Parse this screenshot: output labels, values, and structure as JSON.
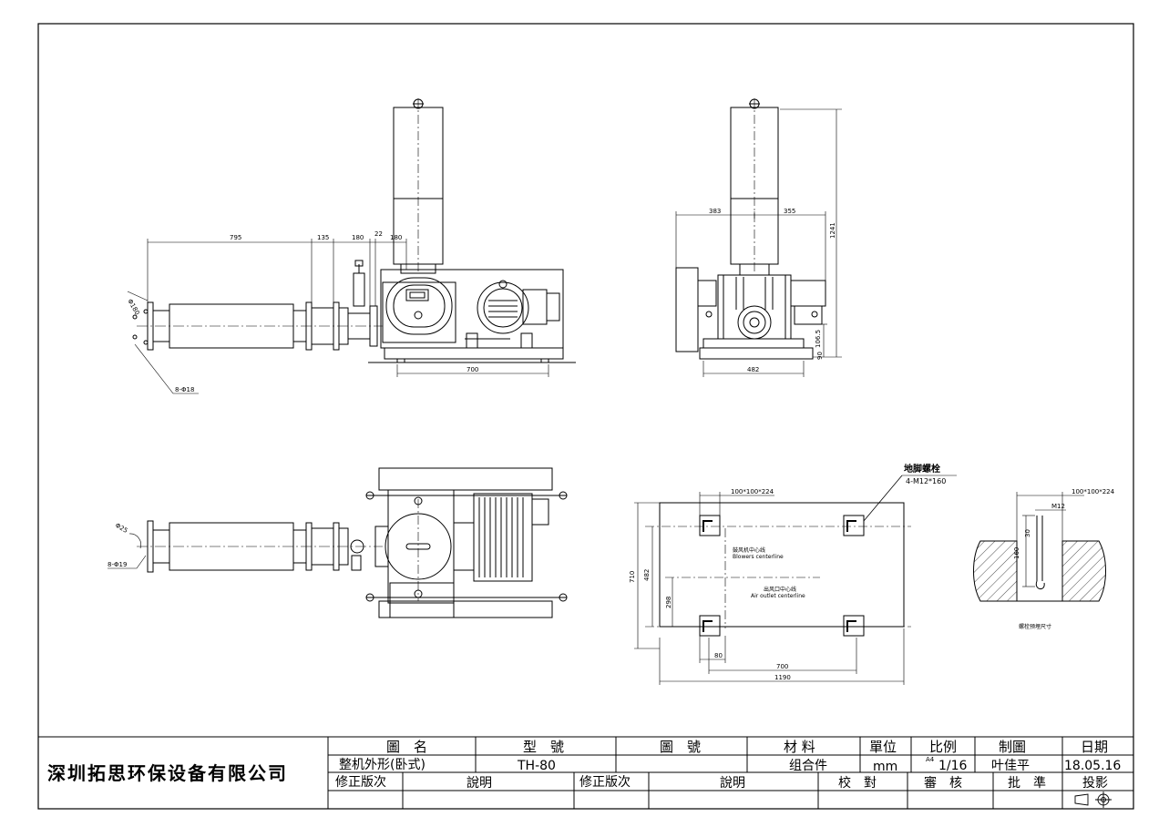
{
  "title_block": {
    "company": "深圳拓思环保设备有限公司",
    "header_name": "圖　名",
    "header_model": "型　號",
    "header_drawing_no": "圖　號",
    "header_material": "材 料",
    "header_unit": "單位",
    "header_scale": "比例",
    "header_drawn": "制圖",
    "header_date": "日期",
    "name_value": "整机外形(卧式)",
    "model_value": "TH-80",
    "drawing_no_value": "",
    "material_value": "组合件",
    "unit_value": "mm",
    "scale_value": "1/16",
    "scale_prefix": "A4",
    "drawn_value": "叶佳平",
    "date_value": "18.05.16",
    "rev_label_1": "修正版次",
    "desc_label_1": "說明",
    "rev_label_2": "修正版次",
    "desc_label_2": "說明",
    "check_label": "校　對",
    "review_label": "審　核",
    "approve_label": "批　準",
    "projection_label": "投影"
  },
  "front_view": {
    "dim_795": "795",
    "dim_135": "135",
    "dim_180a": "180",
    "dim_22": "22",
    "dim_180b": "180",
    "dim_phi180": "Φ180",
    "dim_holes": "8-Φ18",
    "dim_700": "700"
  },
  "side_view": {
    "dim_383": "383",
    "dim_355": "355",
    "dim_1241": "1241",
    "dim_1065": "106.5",
    "dim_90": "90",
    "dim_482": "482"
  },
  "top_view": {
    "dim_phi25": "Φ25",
    "dim_holes": "8-Φ19"
  },
  "foundation": {
    "anchor_label": "地脚螺栓",
    "anchor_spec": "4-M12*160",
    "pocket": "100*100*224",
    "dim_710": "710",
    "dim_482": "482",
    "dim_298": "298",
    "dim_80": "80",
    "dim_700": "700",
    "dim_1190": "1190",
    "blower_cl_cn": "鼓风机中心线",
    "blower_cl_en": "Blowers centerline",
    "outlet_cl_cn": "出风口中心线",
    "outlet_cl_en": "Air outlet centerline"
  },
  "bolt_detail": {
    "pocket": "100*100*224",
    "bolt": "M12",
    "dim_30": "30",
    "dim_160": "160",
    "caption": "螺栓预埋尺寸"
  }
}
